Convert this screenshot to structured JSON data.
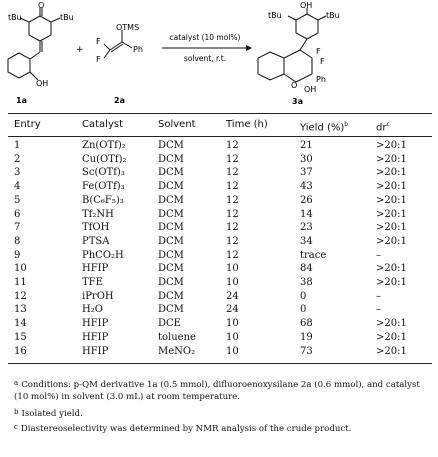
{
  "scheme": {
    "reactant1_label": "1a",
    "reactant2_label": "2a",
    "product_label": "3a",
    "plus": "+",
    "arrow_top": "catalyst (10 mol%)",
    "arrow_bottom": "solvent, r.t.",
    "atoms": {
      "tbu": "tBu",
      "o": "O",
      "oh": "OH",
      "otms": "OTMS",
      "ph": "Ph",
      "f": "F"
    }
  },
  "table": {
    "headers": [
      "Entry",
      "Catalyst",
      "Solvent",
      "Time (h)",
      "Yield (%)",
      "dr"
    ],
    "header_marks": {
      "yield": "b",
      "dr": "c"
    },
    "rows": [
      [
        "1",
        "Zn(OTf)₂",
        "DCM",
        "12",
        "21",
        ">20:1"
      ],
      [
        "2",
        "Cu(OTf)₂",
        "DCM",
        "12",
        "30",
        ">20:1"
      ],
      [
        "3",
        "Sc(OTf)₃",
        "DCM",
        "12",
        "37",
        ">20:1"
      ],
      [
        "4",
        "Fe(OTf)₃",
        "DCM",
        "12",
        "43",
        ">20:1"
      ],
      [
        "5",
        "B(C₆F₅)₃",
        "DCM",
        "12",
        "26",
        ">20:1"
      ],
      [
        "6",
        "Tf₂NH",
        "DCM",
        "12",
        "14",
        ">20:1"
      ],
      [
        "7",
        "TfOH",
        "DCM",
        "12",
        "23",
        ">20:1"
      ],
      [
        "8",
        "PTSA",
        "DCM",
        "12",
        "34",
        ">20:1"
      ],
      [
        "9",
        "PhCO₂H",
        "DCM",
        "12",
        "trace",
        "–"
      ],
      [
        "10",
        "HFIP",
        "DCM",
        "10",
        "84",
        ">20:1"
      ],
      [
        "11",
        "TFE",
        "DCM",
        "10",
        "38",
        ">20:1"
      ],
      [
        "12",
        "iPrOH",
        "DCM",
        "24",
        "0",
        "–"
      ],
      [
        "13",
        "H₂O",
        "DCM",
        "24",
        "0",
        "–"
      ],
      [
        "14",
        "HFIP",
        "DCE",
        "10",
        "68",
        ">20:1"
      ],
      [
        "15",
        "HFIP",
        "toluene",
        "10",
        "19",
        ">20:1"
      ],
      [
        "16",
        "HFIP",
        "MeNO₂",
        "10",
        "73",
        ">20:1"
      ]
    ]
  },
  "footnotes": [
    {
      "mark": "a",
      "text": "Conditions: p-QM derivative 1a (0.5 mmol), difluoroenoxysilane 2a (0.6 mmol), and catalyst (10 mol%) in solvent (3.0 mL) at room temperature."
    },
    {
      "mark": "b",
      "text": "Isolated yield."
    },
    {
      "mark": "c",
      "text": "Diastereoselectivity was determined by NMR analysis of the crude product."
    }
  ]
}
